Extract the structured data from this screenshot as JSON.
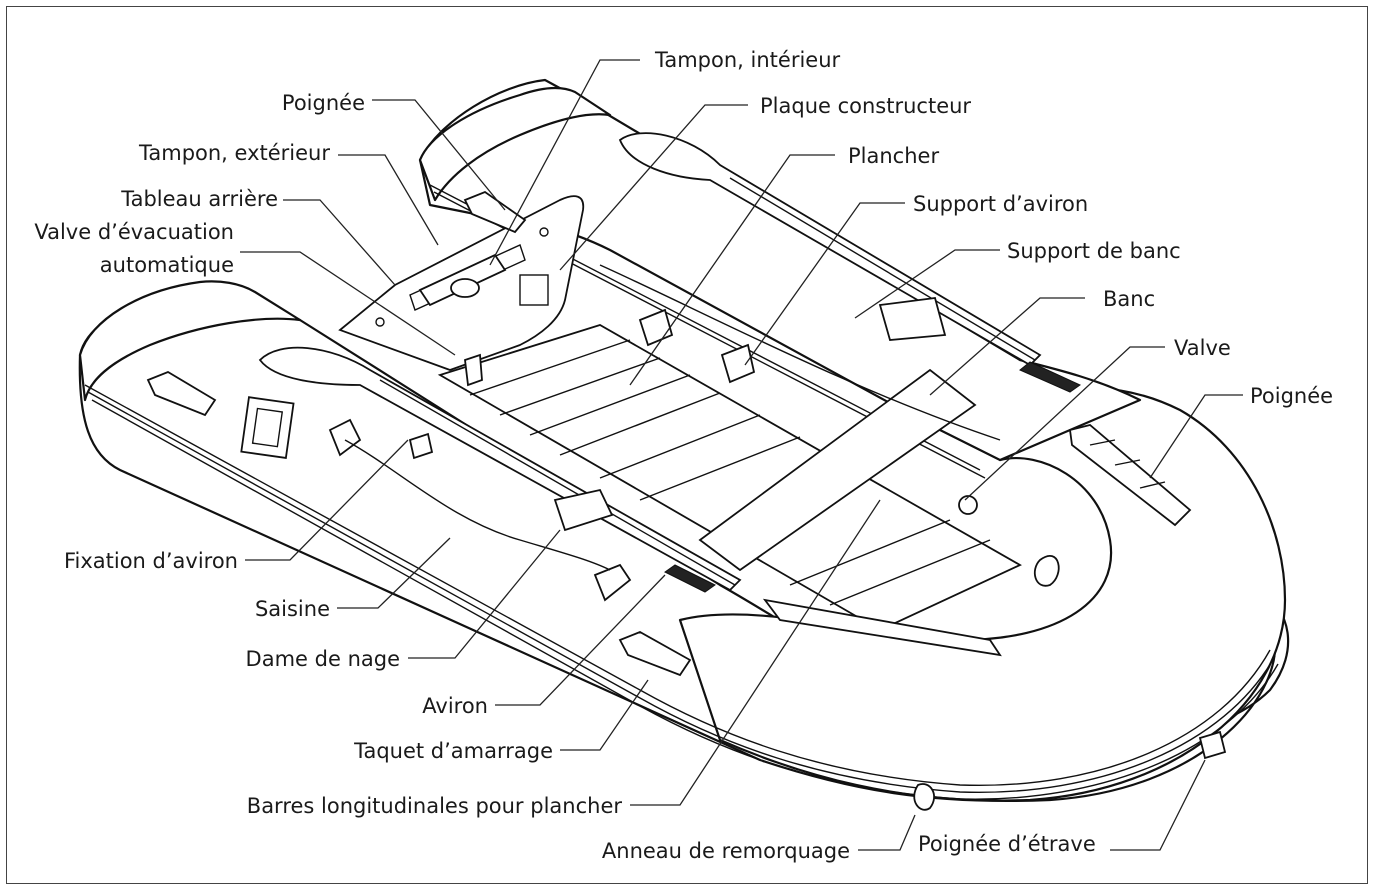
{
  "labels": {
    "tampon_interieur": "Tampon, intérieur",
    "poignee_arriere": "Poignée",
    "plaque_constructeur": "Plaque constructeur",
    "tampon_exterieur": "Tampon, extérieur",
    "plancher": "Plancher",
    "tableau_arriere": "Tableau arrière",
    "support_aviron": "Support d’aviron",
    "valve_evacuation_1": "Valve d’évacuation",
    "valve_evacuation_2": "automatique",
    "support_banc": "Support de banc",
    "banc": "Banc",
    "valve": "Valve",
    "poignee_laterale": "Poignée",
    "fixation_aviron": "Fixation d’aviron",
    "saisine": "Saisine",
    "dame_de_nage": "Dame de nage",
    "aviron": "Aviron",
    "taquet_amarrage": "Taquet d’amarrage",
    "barres_longitudinales": "Barres longitudinales pour plancher",
    "anneau_remorquage": "Anneau de remorquage",
    "poignee_etrave": "Poignée d’étrave"
  }
}
